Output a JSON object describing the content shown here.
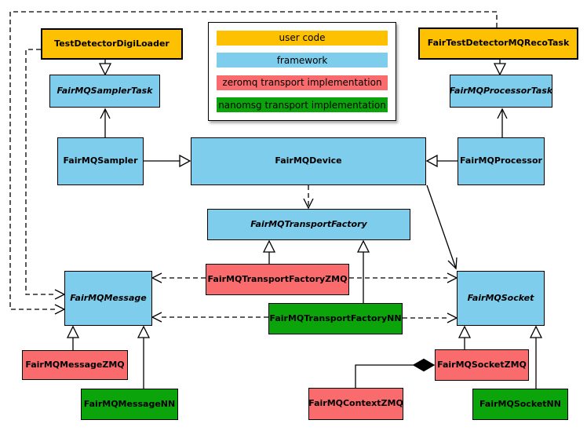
{
  "diagram": {
    "legend": {
      "items": [
        {
          "label": "user code",
          "color": "#FDC101"
        },
        {
          "label": "framework",
          "color": "#7FCDEC"
        },
        {
          "label": "zeromq transport implementation",
          "color": "#F96B6C"
        },
        {
          "label": "nanomsg transport implementation",
          "color": "#0BA50B"
        }
      ]
    },
    "nodes": {
      "test_detector_digi_loader": {
        "label": "TestDetectorDigiLoader",
        "category": "user code"
      },
      "fairmq_sampler_task": {
        "label": "FairMQSamplerTask",
        "category": "framework",
        "abstract": true
      },
      "fair_test_detector_mq_reco_task": {
        "label": "FairTestDetectorMQRecoTask",
        "category": "user code"
      },
      "fairmq_processor_task": {
        "label": "FairMQProcessorTask",
        "category": "framework",
        "abstract": true
      },
      "fairmq_sampler": {
        "label": "FairMQSampler",
        "category": "framework"
      },
      "fairmq_device": {
        "label": "FairMQDevice",
        "category": "framework"
      },
      "fairmq_processor": {
        "label": "FairMQProcessor",
        "category": "framework"
      },
      "fairmq_transport_factory": {
        "label": "FairMQTransportFactory",
        "category": "framework",
        "abstract": true
      },
      "fairmq_transport_factory_zmq": {
        "label": "FairMQTransportFactoryZMQ",
        "category": "zeromq transport implementation"
      },
      "fairmq_transport_factory_nn": {
        "label": "FairMQTransportFactoryNN",
        "category": "nanomsg transport implementation"
      },
      "fairmq_message": {
        "label": "FairMQMessage",
        "category": "framework",
        "abstract": true
      },
      "fairmq_socket": {
        "label": "FairMQSocket",
        "category": "framework",
        "abstract": true
      },
      "fairmq_message_zmq": {
        "label": "FairMQMessageZMQ",
        "category": "zeromq transport implementation"
      },
      "fairmq_message_nn": {
        "label": "FairMQMessageNN",
        "category": "nanomsg transport implementation"
      },
      "fairmq_socket_zmq": {
        "label": "FairMQSocketZMQ",
        "category": "zeromq transport implementation"
      },
      "fairmq_context_zmq": {
        "label": "FairMQContextZMQ",
        "category": "zeromq transport implementation"
      },
      "fairmq_socket_nn": {
        "label": "FairMQSocketNN",
        "category": "nanomsg transport implementation"
      }
    },
    "colors": {
      "user_code": "#FDC101",
      "framework": "#7FCDEC",
      "zeromq": "#F96B6C",
      "nanomsg": "#0BA50B",
      "line": "#000000",
      "background": "#FFFFFF"
    }
  }
}
